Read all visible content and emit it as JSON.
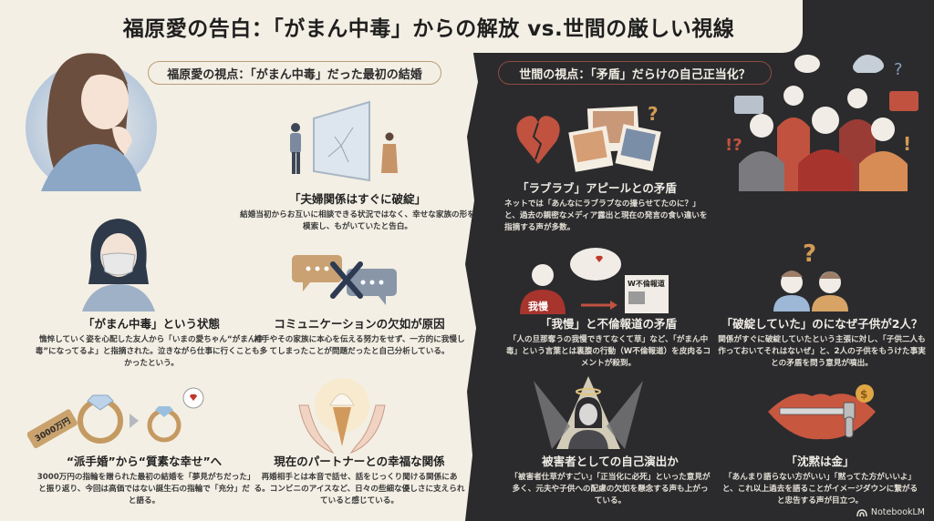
{
  "title": "福原愛の告白：「がまん中毒」からの解放 vs.世間の厳しい視線",
  "left_section": {
    "label": "福原愛の視点：「がまん中毒」だった最初の結婚",
    "cards": [
      {
        "heading": "「夫婦関係はすぐに破綻」",
        "body": "結婚当初からお互いに相談できる状況ではなく、幸せな家族の形を模索し、もがいていたと告白。",
        "icon": "broken-glass-couple-icon"
      },
      {
        "heading": "「がまん中毒」という状態",
        "body": "憔悴していく姿を心配した友人から「いまの愛ちゃん“がまん中毒”になってるよ」と指摘された。泣きながら仕事に行くことも多かったという。",
        "icon": "masked-woman-icon"
      },
      {
        "heading": "コミュニケーションの欠如が原因",
        "body": "相手やその家族に本心を伝える努力をせず、一方的に我慢してしまったことが問題だったと自己分析している。",
        "icon": "crossed-speech-bubbles-icon"
      },
      {
        "heading": "“派手婚”から“質素な幸せ”へ",
        "body": "3000万円の指輪を贈られた最初の結婚を「夢見がちだった」と振り返り、今回は高価ではない誕生石の指輪で「充分」だと語る。",
        "icon": "rings-icon",
        "price_tag": "3000万円"
      },
      {
        "heading": "現在のパートナーとの幸福な関係",
        "body": "再婚相手とは本音で話せ、話をじっくり聞ける関係にある。コンビニのアイスなど、日々の些細な優しさに支えられていると感じている。",
        "icon": "ice-cream-hands-icon"
      }
    ]
  },
  "right_section": {
    "label": "世間の視点：「矛盾」だらけの自己正当化？",
    "cards": [
      {
        "heading": "「ラブラブ」アピールとの矛盾",
        "body": "ネットでは「あんなにラブラブなの撮らせてたのに？」と、過去の親密なメディア露出と現在の発言の食い違いを指摘する声が多数。",
        "icon": "broken-heart-photos-icon"
      },
      {
        "heading": "「我慢」と不倫報道の矛盾",
        "body": "「人の旦那奪うの我慢できてなくて草」など、「がまん中毒」という言葉とは裏腹の行動（W不倫報道）を皮肉るコメントが殺到。",
        "icon": "gaman-newspaper-icon",
        "shirt_text": "我慢",
        "newspaper_text": "W不倫報道"
      },
      {
        "heading": "「破綻していた」のになぜ子供が2人？",
        "body": "関係がすぐに破綻していたという主張に対し、「子供二人も作っておいてそれはないぜ」と、2人の子供をもうけた事実との矛盾を問う意見が噴出。",
        "icon": "two-children-question-icon"
      },
      {
        "heading": "被害者としての自己演出か",
        "body": "「被害者仕草がすごい」「正当化に必死」といった意見が多く、元夫や子供への配慮の欠如を懸念する声も上がっている。",
        "icon": "spotlight-woman-icon"
      },
      {
        "heading": "「沈黙は金」",
        "body": "「あんまり語らない方がいい」「黙ってた方がいいよ」と、これ以上過去を語ることがイメージダウンに繋がると忠告する声が目立つ。",
        "icon": "zipped-lips-coin-icon"
      }
    ]
  },
  "watermark": "NotebookLM",
  "colors": {
    "light_bg": "#f3efe4",
    "dark_bg": "#2b2b2d",
    "accent_gold": "#b99d75",
    "accent_red": "#8e4a40"
  }
}
